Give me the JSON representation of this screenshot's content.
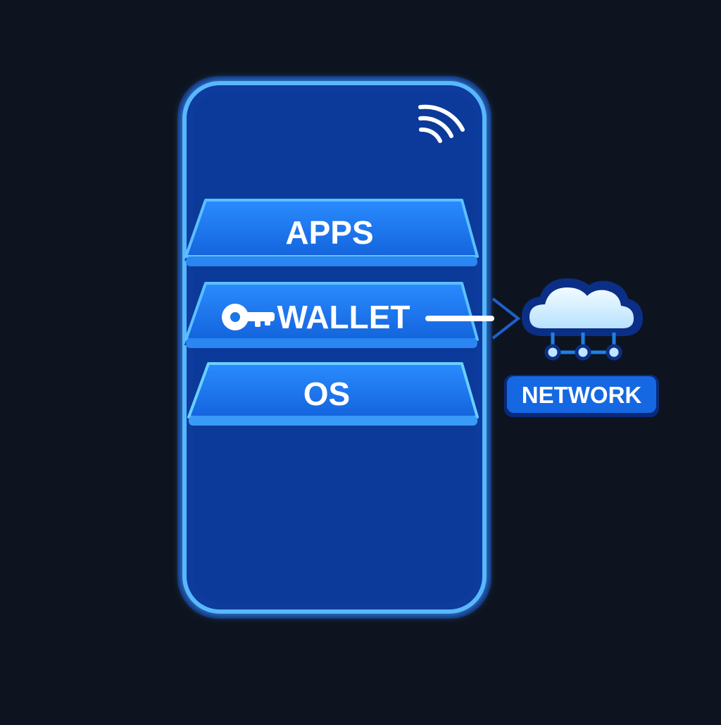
{
  "diagram": {
    "layers": {
      "apps": "APPS",
      "wallet": "WALLET",
      "os": "OS"
    },
    "network": {
      "label": "NETWORK",
      "icon": "cloud-network-icon"
    },
    "icons": {
      "signal": "wireless-signal-icon",
      "key": "key-icon"
    }
  },
  "colors": {
    "background": "#0d1420",
    "phone_body": "#0a3a9c",
    "phone_border": "#4fb0ff",
    "layer_fill": "#1a75e8",
    "layer_edge": "#63c3ff",
    "text": "#ffffff",
    "cloud": "#d6efff",
    "network_badge": "#1565e0"
  }
}
